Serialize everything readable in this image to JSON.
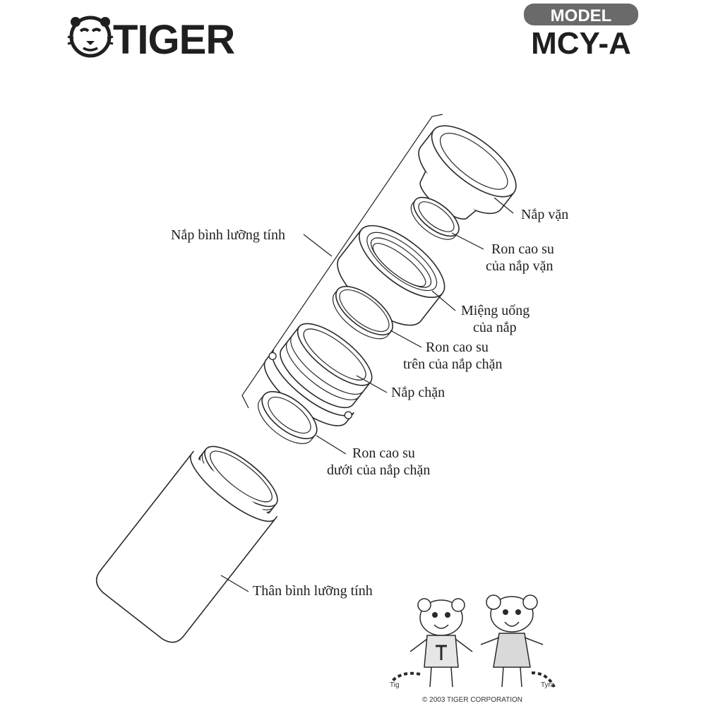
{
  "brand": {
    "logo_icon": "tiger-face-icon",
    "name": "TIGER"
  },
  "model": {
    "badge_label": "MODEL",
    "code": "MCY-A"
  },
  "labels": {
    "group": "Nắp bình lưỡng tính",
    "cap": "Nắp vặn",
    "cap_gasket_line1": "Ron cao su",
    "cap_gasket_line2": "của nắp vặn",
    "drink_spout_line1": "Miệng uống",
    "drink_spout_line2": "của nắp",
    "upper_gasket_line1": "Ron cao su",
    "upper_gasket_line2": "trên của nắp chặn",
    "stopper": "Nắp chặn",
    "lower_gasket_line1": "Ron cao su",
    "lower_gasket_line2": "dưới của nắp chặn",
    "body": "Thân bình lưỡng tính"
  },
  "mascots": {
    "left_name": "Tig",
    "right_name": "Tyra",
    "copyright": "© 2003 TIGER CORPORATION"
  },
  "colors": {
    "ink": "#1f1f1f",
    "badge": "#6a6a6a",
    "badge_text": "#ffffff"
  }
}
